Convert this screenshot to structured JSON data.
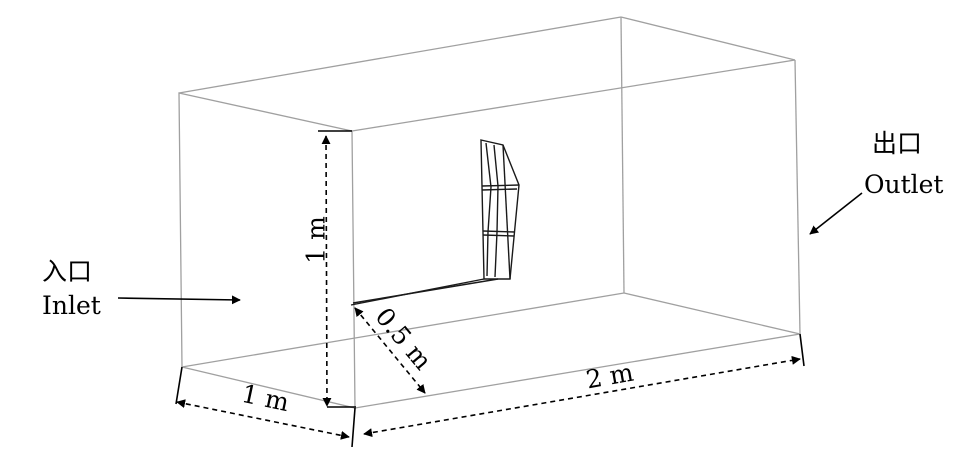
{
  "labels": {
    "inlet_cn": "入口",
    "inlet_en": "Inlet",
    "outlet_cn": "出口",
    "outlet_en": "Outlet",
    "height": "1 m",
    "width": "1 m",
    "length": "2 m",
    "offset": "0.5 m"
  },
  "colors": {
    "domain_edges": "#a0a0a0",
    "annotation": "#000000"
  }
}
